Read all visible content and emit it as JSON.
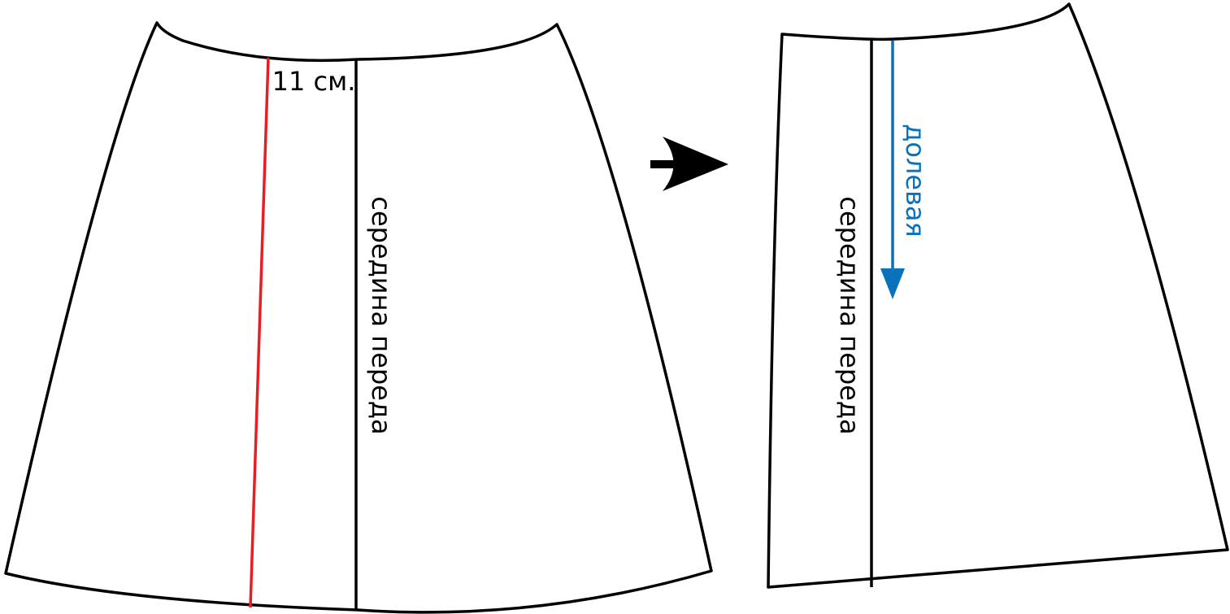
{
  "labels": {
    "measurement": "11 см.",
    "center_front": "середина переда",
    "grainline": "долевая"
  },
  "colors": {
    "outline": "#000000",
    "cut_line": "#e81e25",
    "grainline": "#0a71bb",
    "background": "#ffffff"
  },
  "icons": {
    "step_arrow": "arrow-right-icon",
    "grainline_arrow": "arrow-down-icon"
  }
}
